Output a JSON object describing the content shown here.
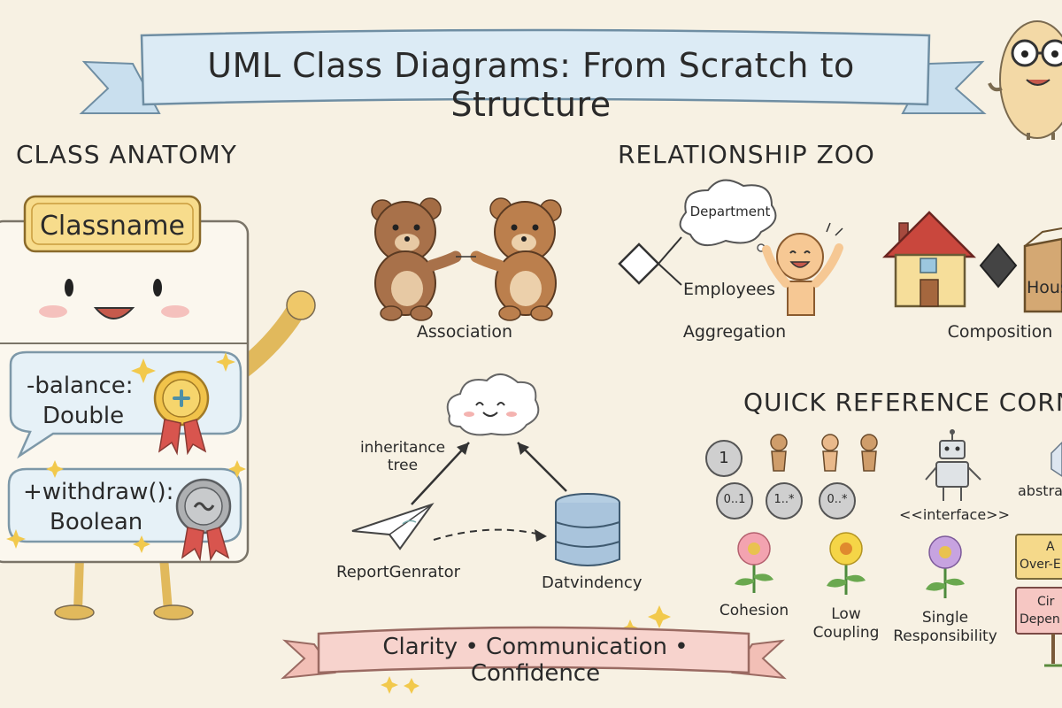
{
  "title": "UML Class Diagrams: From Scratch to Structure",
  "sections": {
    "anatomy": "CLASS ANATOMY",
    "zoo": "RELATIONSHIP ZOO",
    "reference": "QUICK REFERENCE CORNER"
  },
  "class_card": {
    "name": "Classname",
    "attribute": [
      "-balance:",
      "Double"
    ],
    "method": [
      "+withdraw():",
      "Boolean"
    ]
  },
  "relationships": {
    "association": "Association",
    "aggregation": "Aggregation",
    "aggregation_whole": "Department",
    "aggregation_part": "Employees",
    "composition": "Composition",
    "composition_part": "Hous",
    "inheritance": [
      "inheritance",
      "tree"
    ],
    "report_generator": "ReportGenrator",
    "dependency": "Datvindency"
  },
  "reference": {
    "multiplicity": [
      "1",
      "0..1",
      "1..*",
      "0..*"
    ],
    "interface": "<<interface>>",
    "abstract": "abstra",
    "principles": [
      "Cohesion",
      [
        "Low",
        "Coupling"
      ],
      [
        "Single",
        "Responsibility"
      ]
    ],
    "signs": [
      [
        "A",
        "Over-E"
      ],
      [
        "Cir",
        "Depen"
      ]
    ]
  },
  "footer": "Clarity • Communication • Confidence",
  "colors": {
    "background": "#f7f1e3",
    "banner_blue": "#d9e9f3",
    "banner_pink": "#f6d2cc",
    "tag_yellow": "#f7dc8c",
    "gold": "#f0c14a",
    "bear_brown": "#b07a4f"
  }
}
